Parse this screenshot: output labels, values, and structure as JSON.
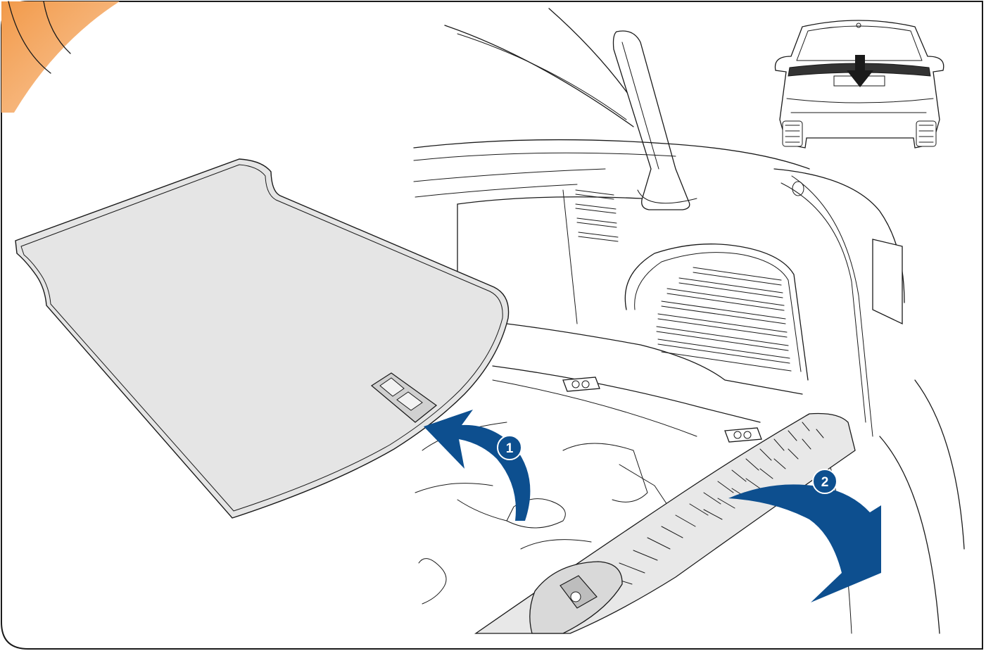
{
  "steps": [
    {
      "number": "1",
      "action": "lift-floor-cover"
    },
    {
      "number": "2",
      "action": "fold-sill-cover"
    }
  ],
  "colors": {
    "arrow_blue": "#0d4f8f",
    "badge_blue": "#0d4f8f",
    "corner_accent": "#f29a4a",
    "floor_cover_fill": "#e5e5e5",
    "line": "#1a1a1a"
  },
  "icons": {
    "vehicle_rear_view": "car-rear-view-icon",
    "downward_arrow": "down-arrow-icon"
  }
}
